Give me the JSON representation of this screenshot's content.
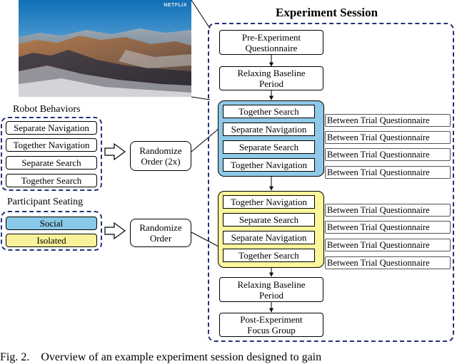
{
  "thumbnail": {
    "watermark": "NETFLIX"
  },
  "session": {
    "title": "Experiment Session",
    "pre_questionnaire": [
      "Pre-Experiment",
      "Questionnaire"
    ],
    "baseline_1": [
      "Relaxing Baseline",
      "Period"
    ],
    "block1": [
      "Together Search",
      "Separate Navigation",
      "Separate Search",
      "Together Navigation"
    ],
    "block2": [
      "Together Navigation",
      "Separate Search",
      "Separate Navigation",
      "Together Search"
    ],
    "baseline_2": [
      "Relaxing Baseline",
      "Period"
    ],
    "focus_group": [
      "Post-Experiment",
      "Focus Group"
    ],
    "between_trial": "Between Trial Questionnaire"
  },
  "robot_behaviors": {
    "title": "Robot Behaviors",
    "items": [
      "Separate Navigation",
      "Together Navigation",
      "Separate Search",
      "Together Search"
    ],
    "randomize": [
      "Randomize",
      "Order (2x)"
    ]
  },
  "participant_seating": {
    "title": "Participant Seating",
    "items": [
      "Social",
      "Isolated"
    ],
    "randomize": [
      "Randomize",
      "Order"
    ]
  },
  "caption": "Fig. 2.    Overview of an example experiment session designed to gain",
  "colors": {
    "navy": "#25317a",
    "blue": "#8ec9e8",
    "yellow": "#fbf59c",
    "social": "#87c9e6",
    "isolated": "#f8f39a"
  }
}
